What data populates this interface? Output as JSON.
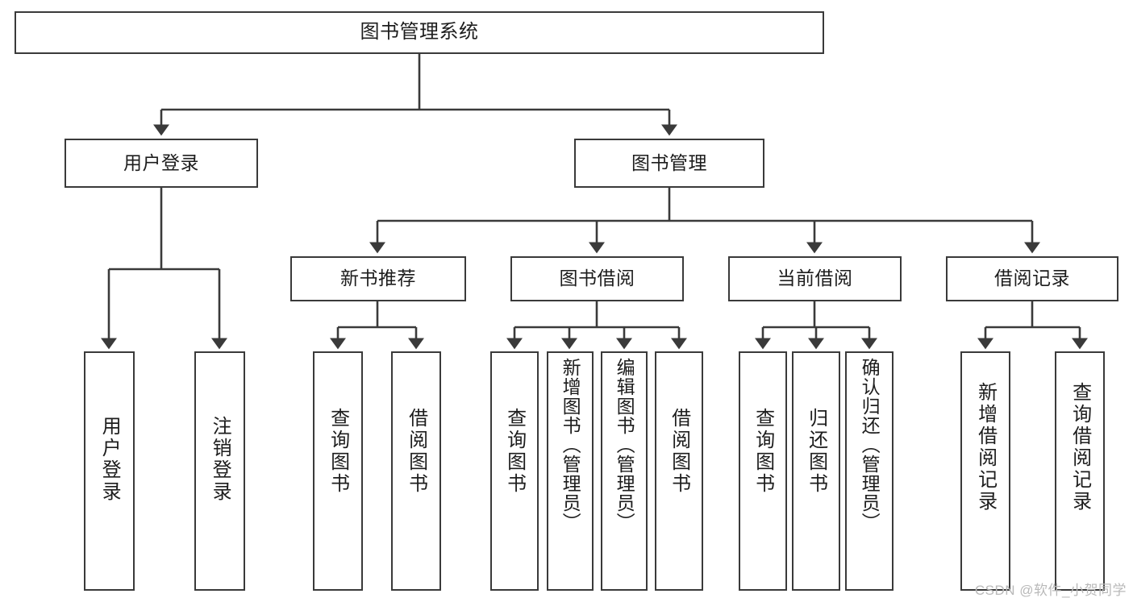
{
  "diagram": {
    "title": "图书管理系统",
    "type": "功能结构图",
    "stroke_color": "#3a3a3a",
    "background_color": "#ffffff",
    "text_color": "#1d1d1d"
  },
  "root": {
    "label": "图书管理系统"
  },
  "level1": [
    {
      "label": "用户登录"
    },
    {
      "label": "图书管理"
    }
  ],
  "level2": [
    {
      "label": "新书推荐"
    },
    {
      "label": "图书借阅"
    },
    {
      "label": "当前借阅"
    },
    {
      "label": "借阅记录"
    }
  ],
  "leaves": {
    "user_login": [
      {
        "label": "用户登录"
      },
      {
        "label": "注销登录"
      }
    ],
    "new_book_recommend": [
      {
        "label": "查询图书"
      },
      {
        "label": "借阅图书"
      }
    ],
    "book_borrow": [
      {
        "label": "查询图书"
      },
      {
        "label": "新增图书（管理员）"
      },
      {
        "label": "编辑图书（管理员）"
      },
      {
        "label": "借阅图书"
      }
    ],
    "current_borrow": [
      {
        "label": "查询图书"
      },
      {
        "label": "归还图书"
      },
      {
        "label": "确认归还（管理员）"
      }
    ],
    "borrow_record": [
      {
        "label": "新增借阅记录"
      },
      {
        "label": "查询借阅记录"
      }
    ]
  },
  "watermark": {
    "text": "CSDN @软件_小贺同学"
  }
}
